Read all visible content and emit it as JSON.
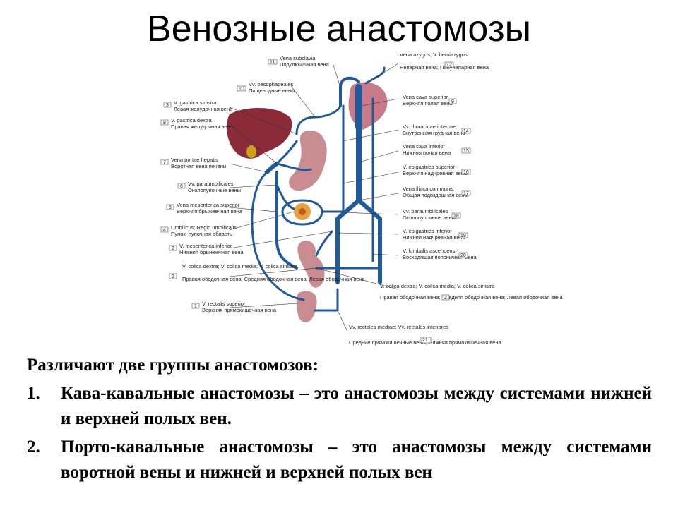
{
  "title": "Венозные анастомозы",
  "diagram": {
    "labels_left": [
      {
        "num": "3",
        "lat": "V. gastrica sinistra",
        "ru": "Левая желудочная вена"
      },
      {
        "num": "8",
        "lat": "V. gastrica dextra",
        "ru": "Правая желудочная вена"
      },
      {
        "num": "7",
        "lat": "Vena portae hepatis",
        "ru": "Воротная вена печени"
      },
      {
        "num": "6",
        "lat": "Vv. paraumbilicales",
        "ru": "Околопупочные вены"
      },
      {
        "num": "5",
        "lat": "Vena mesenterica superior",
        "ru": "Верхняя брыжеечная вена"
      },
      {
        "num": "4",
        "lat": "Umbilicus; Regio umbilicalis",
        "ru": "Пупок; пупочная область"
      },
      {
        "num": "2",
        "lat": "V. mesenterica inferior",
        "ru": "Нижняя брыжеечная вена"
      },
      {
        "num": "2",
        "lat": "V. colica dextra; V. colica media; V. colica sinistra",
        "ru": "Правая ободочная вена; Средняя ободочная вена; Левая ободочная вена"
      },
      {
        "num": "1",
        "lat": "V. rectalis superior",
        "ru": "Верхняя прямокишечная вена"
      }
    ],
    "labels_top": [
      {
        "num": "11",
        "lat": "Vena subclavia",
        "ru": "Подключичная вена"
      },
      {
        "num": "10",
        "lat": "Vv. oesophageales",
        "ru": "Пищеводные вены"
      }
    ],
    "labels_right": [
      {
        "num": "12",
        "lat": "Vena azygos; V. hemiazygos",
        "ru": "Непарная вена; Полунепарная вена"
      },
      {
        "num": "9",
        "lat": "Vena cava superior",
        "ru": "Верхняя полая вена"
      },
      {
        "num": "14",
        "lat": "Vv. thoracicae internae",
        "ru": "Внутренняя грудная вена"
      },
      {
        "num": "15",
        "lat": "Vena cava inferior",
        "ru": "Нижняя полая вена"
      },
      {
        "num": "16",
        "lat": "V. epigastrica superior",
        "ru": "Верхняя надчревная вена"
      },
      {
        "num": "17",
        "lat": "Vena iliaca communis",
        "ru": "Общая подвздошная вена"
      },
      {
        "num": "18",
        "lat": "Vv. paraumbilicales",
        "ru": "Околопупочные вены"
      },
      {
        "num": "19",
        "lat": "V. epigastrica inferior",
        "ru": "Нижняя надчревная вена"
      },
      {
        "num": "20",
        "lat": "V. lumbalis ascendens",
        "ru": "Восходящая поясничная вена"
      },
      {
        "num": "2",
        "lat": "V. colica dextra; V. colica media; V. colica sinistra",
        "ru": "Правая ободочная вена; Средняя ободочная вена; Левая ободочная вена"
      },
      {
        "num": "21",
        "lat": "Vv. rectales mediae; Vv. rectales inferiores",
        "ru": "Средние прямокишечные вены; Нижняя прямокишечная вена"
      }
    ]
  },
  "content": {
    "intro": "Различают две группы анастомозов:",
    "items": [
      {
        "marker": "1.",
        "text": "Кава-кавальные анастомозы – это анастомозы между системами нижней и верхней полых вен."
      },
      {
        "marker": "2.",
        "text": "Порто-кавальные анастомозы – это анастомозы между системами воротной вены и нижней и верхней полых вен"
      }
    ]
  },
  "colors": {
    "vein": "#1f5a9c",
    "liver": "#8b2b3a",
    "heart": "#c87a88",
    "organ": "#c98c90",
    "gallbladder": "#c9a21a",
    "leader": "#333333"
  }
}
